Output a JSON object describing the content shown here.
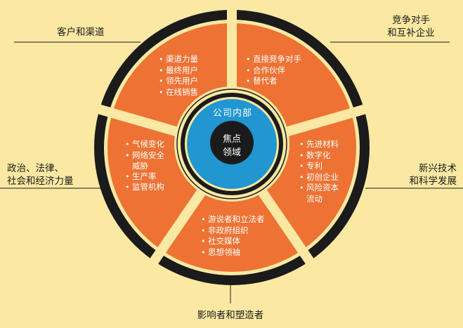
{
  "outer_labels": {
    "customers": "客户和渠道",
    "competitors": [
      "竞争对手",
      "和互补企业"
    ],
    "politics": [
      "政治、法律、",
      "社会和经济力量"
    ],
    "tech": [
      "新兴技术",
      "和科学发展"
    ],
    "influencers": "影响者和塑造者"
  },
  "segments": {
    "top_left": [
      "渠道力量",
      "最终用户",
      "领先用户",
      "在线销售"
    ],
    "top_right": [
      "直接竞争对手",
      "合作伙伴",
      "替代者"
    ],
    "left": [
      "气候变化",
      "网络安全",
      "威胁",
      "生产率",
      "监管机构"
    ],
    "right": [
      "先进材料",
      "数字化",
      "专利",
      "初创企业",
      "风险资本",
      "流动"
    ],
    "bottom": [
      "游说者和立法者",
      "非政府组织",
      "社交媒体",
      "思想领袖"
    ]
  },
  "hub": {
    "title": "公司内部",
    "core": [
      "焦点",
      "领域"
    ]
  },
  "colors": {
    "background": "#fbe9a3",
    "segment": "#ee7233",
    "ring": "#1b1b1b",
    "hub": "#2196d0",
    "core": "#1b1b1b",
    "separator": "#fbe9a3"
  }
}
